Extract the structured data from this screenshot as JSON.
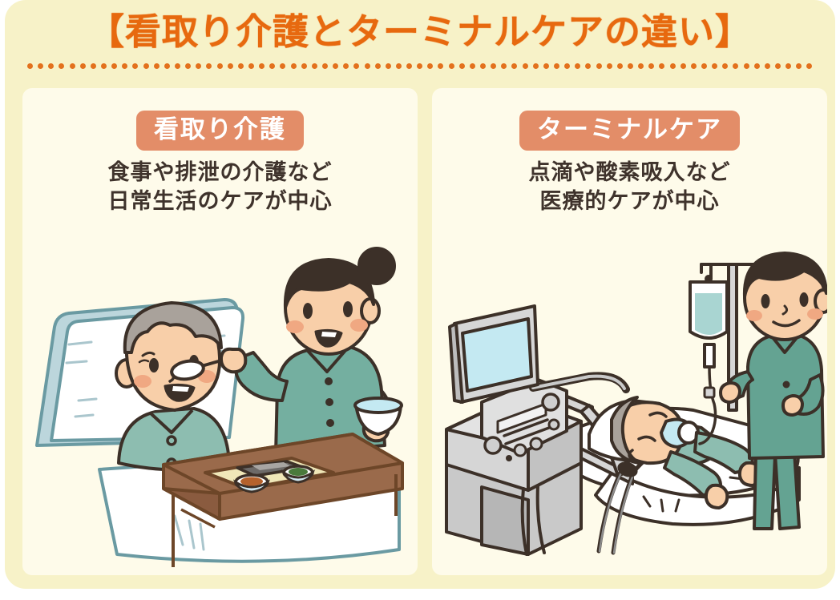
{
  "page": {
    "title": "【看取り介護とターミナルケアの違い】",
    "background_color": "#f7f2c8",
    "title_color": "#e7690f",
    "panel_color": "#fefbea",
    "badge_color": "#e38d68",
    "text_color": "#3f332c",
    "dot_color": "#e3711d"
  },
  "panels": [
    {
      "badge": "看取り介護",
      "desc_line1": "食事や排泄の介護など",
      "desc_line2": "日常生活のケアが中心",
      "illustration": "caregiver-feeding-elderly-in-bed",
      "illustration_parts": [
        "adjustable-bed-backrest",
        "elderly-person-sitting",
        "caregiver-with-spoon",
        "caregiver-holding-bowl",
        "overbed-table",
        "meal-tray"
      ]
    },
    {
      "badge": "ターミナルケア",
      "desc_line1": "点滴や酸素吸入など",
      "desc_line2": "医療的ケアが中心",
      "illustration": "patient-with-ventilator-and-iv-drip",
      "illustration_parts": [
        "ventilator-machine",
        "monitor-screen",
        "patient-lying-with-oxygen-mask",
        "breathing-tubes",
        "iv-drip-stand",
        "iv-bag",
        "nurse-standing",
        "hospital-bed"
      ]
    }
  ],
  "palette": {
    "skin": "#f8cfa9",
    "skin_shadow": "#f0a882",
    "hair_dark": "#3d3028",
    "hair_gray": "#a9a29b",
    "uniform_light": "#8dbdb0",
    "uniform_dark": "#64a392",
    "outline": "#3c3028",
    "wood": "#9a6a4b",
    "wood_dark": "#7d5238",
    "bed_blue": "#bfd8dd",
    "sheet_white": "#ffffff",
    "machine_gray": "#d6d6d6",
    "machine_gray_dark": "#bdbdbd",
    "screen_blue": "#c4e9f2",
    "iv_liquid": "#a9d5d2"
  }
}
